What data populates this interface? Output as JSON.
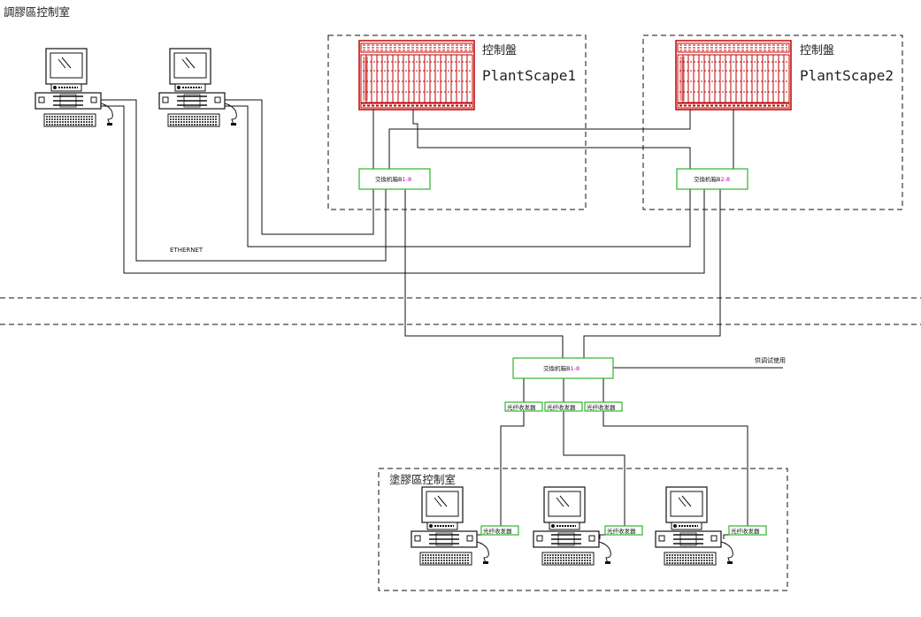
{
  "top_room": {
    "label": "調膠區控制室"
  },
  "panels": [
    {
      "label": "控制盤",
      "name": "PlantScape1"
    },
    {
      "label": "控制盤",
      "name": "PlantScape2"
    }
  ],
  "switches": {
    "sw1": {
      "prefix": "交換机箱B",
      "suffix": "1-8"
    },
    "sw2": {
      "prefix": "交換机箱B",
      "suffix": "2-8"
    },
    "sw3": {
      "prefix": "交換机箱B",
      "suffix": "1-8"
    }
  },
  "ethernet_label": "ETHERNET",
  "debug_label": "供调试使用",
  "transceiver_label": "光纤收发器",
  "bottom_room": {
    "label": "塗膠區控制室"
  }
}
